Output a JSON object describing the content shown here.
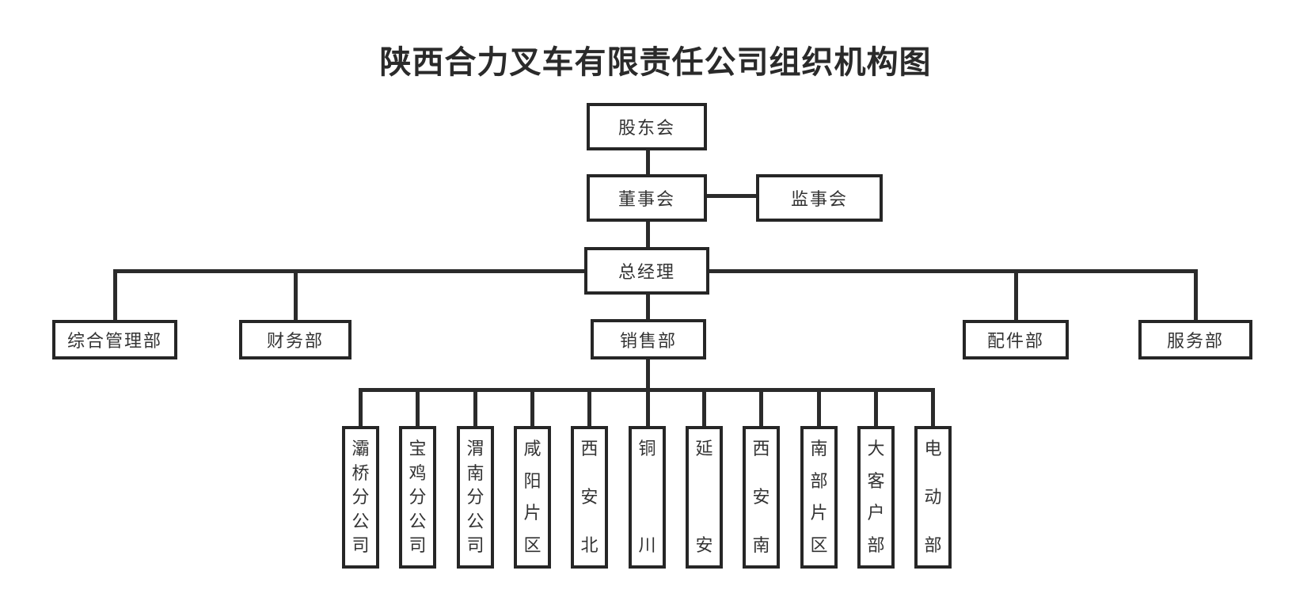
{
  "page": {
    "title": "陕西合力叉车有限责任公司组织机构图"
  },
  "org": {
    "shareholders": {
      "label": "股东会"
    },
    "board": {
      "label": "董事会"
    },
    "supervisors": {
      "label": "监事会"
    },
    "general_manager": {
      "label": "总经理"
    },
    "departments": [
      {
        "label": "综合管理部"
      },
      {
        "label": "财务部"
      },
      {
        "label": "销售部"
      },
      {
        "label": "配件部"
      },
      {
        "label": "服务部"
      }
    ],
    "sales_branches": [
      {
        "label": "灞桥分公司"
      },
      {
        "label": "宝鸡分公司"
      },
      {
        "label": "渭南分公司"
      },
      {
        "label": "咸阳片区"
      },
      {
        "label": "西安北"
      },
      {
        "label": "铜川"
      },
      {
        "label": "延安"
      },
      {
        "label": "西安南"
      },
      {
        "label": "南部片区"
      },
      {
        "label": "大客户部"
      },
      {
        "label": "电动部"
      }
    ],
    "colors": {
      "line": "#2b2b2b",
      "text": "#333333",
      "background": "#ffffff"
    }
  }
}
